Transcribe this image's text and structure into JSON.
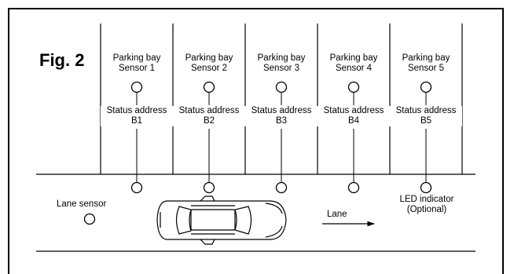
{
  "figure_label": "Fig. 2",
  "bays": [
    {
      "name_line1": "Parking bay",
      "name_line2": "Sensor 1",
      "status_line1": "Status address",
      "status_line2": "B1"
    },
    {
      "name_line1": "Parking bay",
      "name_line2": "Sensor 2",
      "status_line1": "Status address",
      "status_line2": "B2"
    },
    {
      "name_line1": "Parking bay",
      "name_line2": "Sensor 3",
      "status_line1": "Status address",
      "status_line2": "B3"
    },
    {
      "name_line1": "Parking bay",
      "name_line2": "Sensor 4",
      "status_line1": "Status address",
      "status_line2": "B4"
    },
    {
      "name_line1": "Parking bay",
      "name_line2": "Sensor 5",
      "status_line1": "Status address",
      "status_line2": "B5"
    }
  ],
  "lane_sensor_label": "Lane sensor",
  "led_indicator_line1": "LED indicator",
  "led_indicator_line2": "(Optional)",
  "lane_label": "Lane"
}
